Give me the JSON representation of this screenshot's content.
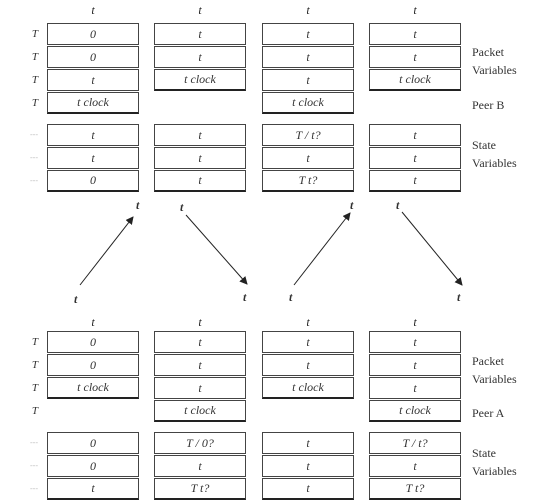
{
  "top": {
    "col_heads": [
      "t",
      "t",
      "t",
      "t"
    ],
    "row_labels": [
      "T",
      "T",
      "T",
      "T"
    ],
    "state_row_labels": [
      "---",
      "---",
      "---"
    ],
    "packet_rows": [
      [
        "0",
        "t",
        "t",
        "t"
      ],
      [
        "0",
        "t",
        "t",
        "t"
      ],
      [
        "t",
        "t   clock",
        "t",
        "t   clock"
      ],
      [
        "t   clock",
        "",
        "t   clock",
        ""
      ]
    ],
    "state_rows": [
      [
        "t",
        "t",
        "T / t?",
        "t"
      ],
      [
        "t",
        "t",
        "t",
        "t"
      ],
      [
        "0",
        "t",
        "T   t?",
        "t"
      ]
    ],
    "packet_label_1": "Packet",
    "packet_label_2": "Variables",
    "peer_label": "Peer B",
    "state_label_1": "State",
    "state_label_2": "Variables"
  },
  "bottom": {
    "col_heads": [
      "t",
      "t",
      "t",
      "t"
    ],
    "row_labels": [
      "T",
      "T",
      "T",
      "T"
    ],
    "state_row_labels": [
      "---",
      "---",
      "---"
    ],
    "packet_rows": [
      [
        "0",
        "t",
        "t",
        "t"
      ],
      [
        "0",
        "t",
        "t",
        "t"
      ],
      [
        "t   clock",
        "t",
        "t   clock",
        "t"
      ],
      [
        "",
        "t   clock",
        "",
        "t   clock"
      ]
    ],
    "state_rows": [
      [
        "0",
        "T / 0?",
        "t",
        "T / t?"
      ],
      [
        "0",
        "t",
        "t",
        "t"
      ],
      [
        "t",
        "T   t?",
        "t",
        "T   t?"
      ]
    ],
    "packet_label_1": "Packet",
    "packet_label_2": "Variables",
    "peer_label": "Peer A",
    "state_label_1": "State",
    "state_label_2": "Variables"
  },
  "arrows": {
    "top_labels": [
      "t",
      "t",
      "t",
      "t"
    ],
    "bottom_labels": [
      "t",
      "t",
      "t",
      "t"
    ]
  }
}
